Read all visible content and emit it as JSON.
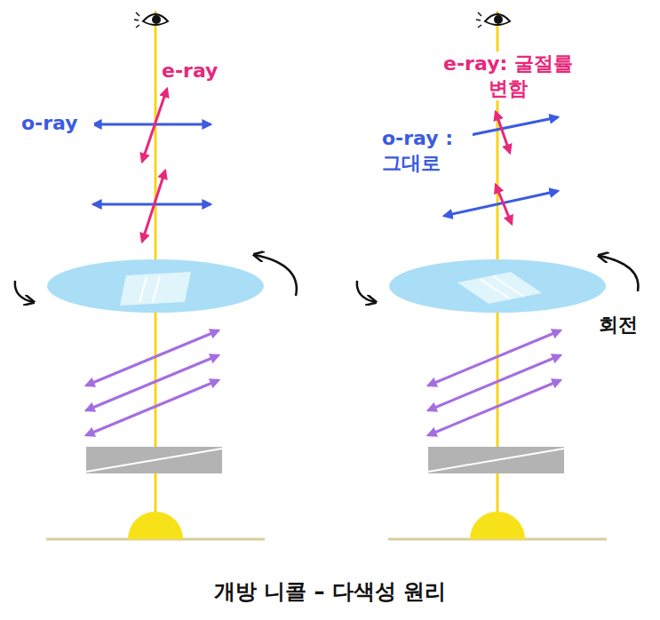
{
  "diagram": {
    "title": "개방 니콜 – 다색성 원리",
    "labels": [
      "e-ray",
      "o-ray",
      "e-ray: 굴절률 변함",
      "o-ray : 그대로",
      "회전"
    ]
  }
}
